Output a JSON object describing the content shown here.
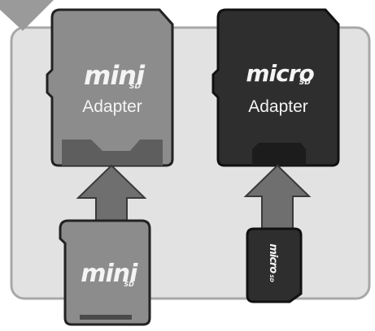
{
  "left_adapter": {
    "logo": "mini",
    "logo_sub": "SD",
    "caption": "Adapter"
  },
  "right_adapter": {
    "logo": "micro",
    "logo_sub": "SD",
    "caption": "Adapter"
  },
  "mini_card": {
    "logo": "mini",
    "logo_sub": "SD"
  },
  "micro_card": {
    "logo": "micro",
    "logo_sub": "SD"
  },
  "colors": {
    "background": "#ffffff",
    "panel": "#e2e2e2",
    "panel_border": "#a8a8a8",
    "mini_adapter": "#8c8c8c",
    "micro_adapter": "#2e2e2e",
    "arrow": "#6f6f6f",
    "corner_triangle": "#9a9a9a"
  },
  "icons": [
    "up-arrow-icon",
    "up-arrow-icon"
  ]
}
